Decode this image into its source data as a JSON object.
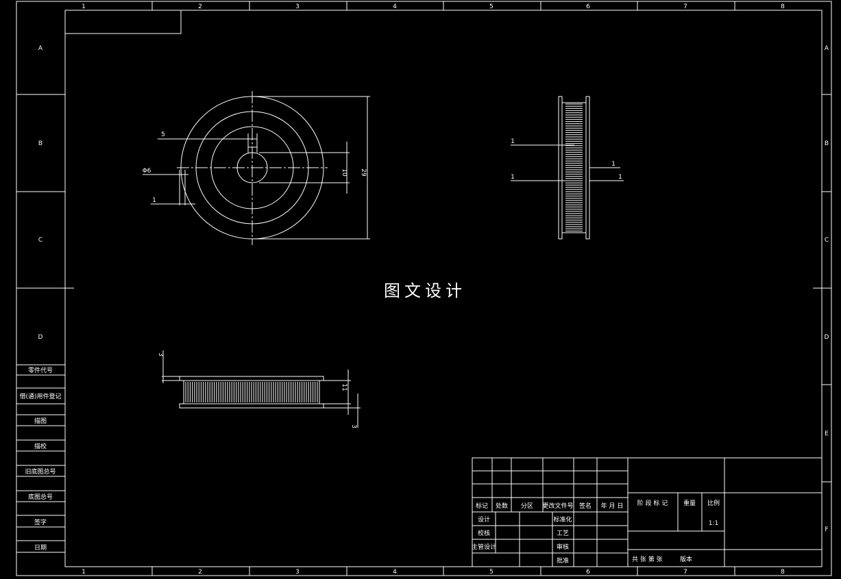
{
  "sheet": {
    "zones_top": [
      "1",
      "2",
      "3",
      "4",
      "5",
      "6",
      "7",
      "8"
    ],
    "zones_bottom": [
      "1",
      "2",
      "3",
      "4",
      "5",
      "6",
      "7",
      "8"
    ],
    "zones_left": [
      "A",
      "B",
      "C",
      "D"
    ],
    "zones_right": [
      "A",
      "B",
      "C",
      "D",
      "E",
      "F"
    ]
  },
  "left_strip": {
    "labels": [
      "零件代号",
      "借(通)用件登记",
      "描图",
      "描校",
      "旧底图总号",
      "底图总号",
      "签字",
      "日期"
    ]
  },
  "watermark": "图文设计",
  "dimensions": {
    "front_view": {
      "key_width": "5",
      "hub_dia": "Φ6",
      "flange": "1",
      "inner_dia": "10",
      "outer_dia": "29"
    },
    "side_view": {
      "d1": "1",
      "d2": "1",
      "d3": "1",
      "d4": "1"
    },
    "bottom_view": {
      "top_flange": "3",
      "width": "11",
      "bottom_flange": "3"
    }
  },
  "title_block": {
    "headers": [
      "标记",
      "处数",
      "分区",
      "更改文件号",
      "签名",
      "年 月 日"
    ],
    "roles_left": [
      "设计",
      "校核",
      "主管设计"
    ],
    "roles_mid": [
      "标准化",
      "工艺",
      "审核",
      "批准"
    ],
    "stage_mark": "阶 段 标 记",
    "weight": "重量",
    "scale_label": "比例",
    "scale_value": "1:1",
    "sheets": "共   张    第   张",
    "version": "版本"
  }
}
